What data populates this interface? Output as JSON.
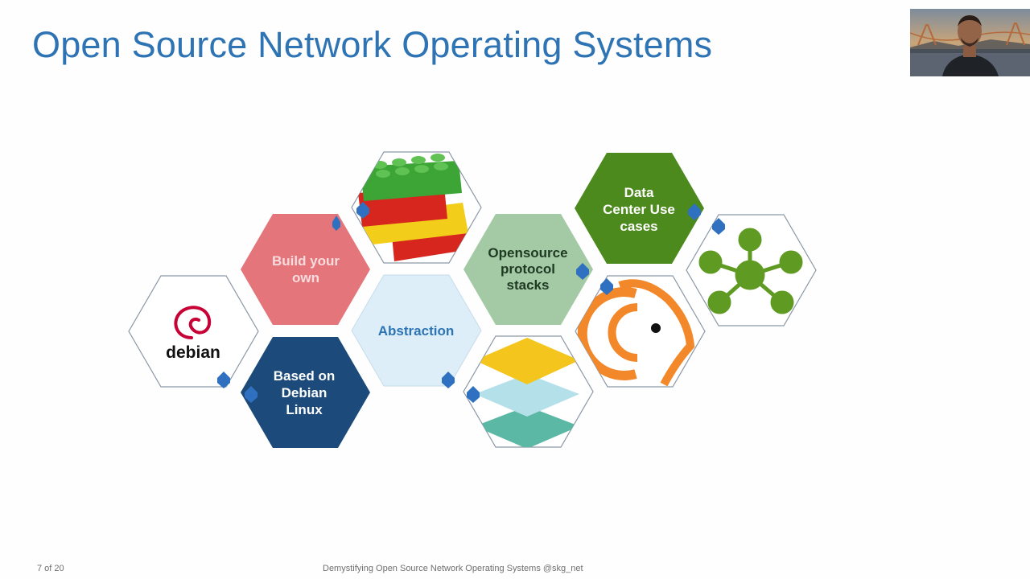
{
  "slide": {
    "title": "Open Source Network Operating Systems",
    "hexagons": {
      "build_your_own": [
        "Build your",
        "own"
      ],
      "abstraction": [
        "Abstraction"
      ],
      "opensource_protocol_stacks": [
        "Opensource",
        "protocol",
        "stacks"
      ],
      "data_center_use_cases": [
        "Data",
        "Center Use",
        "cases"
      ],
      "based_on_debian": [
        "Based on",
        "Debian",
        "Linux"
      ],
      "debian_logo_text": "debian"
    },
    "footer": {
      "page": "7 of 20",
      "text": "Demystifying Open Source Network Operating Systems   @skg_net"
    }
  },
  "colors": {
    "title": "#2e74b5",
    "build_your_own": "#e3757b",
    "abstraction": "#ddeef9",
    "opensource": "#a3c9a5",
    "data_center": "#4d8a1d",
    "based_on_debian": "#1b4a7b",
    "connector": "#2f70c0",
    "debian_swirl": "#c70036",
    "frr_orange": "#f2882a",
    "topology_green": "#5f9a22"
  }
}
